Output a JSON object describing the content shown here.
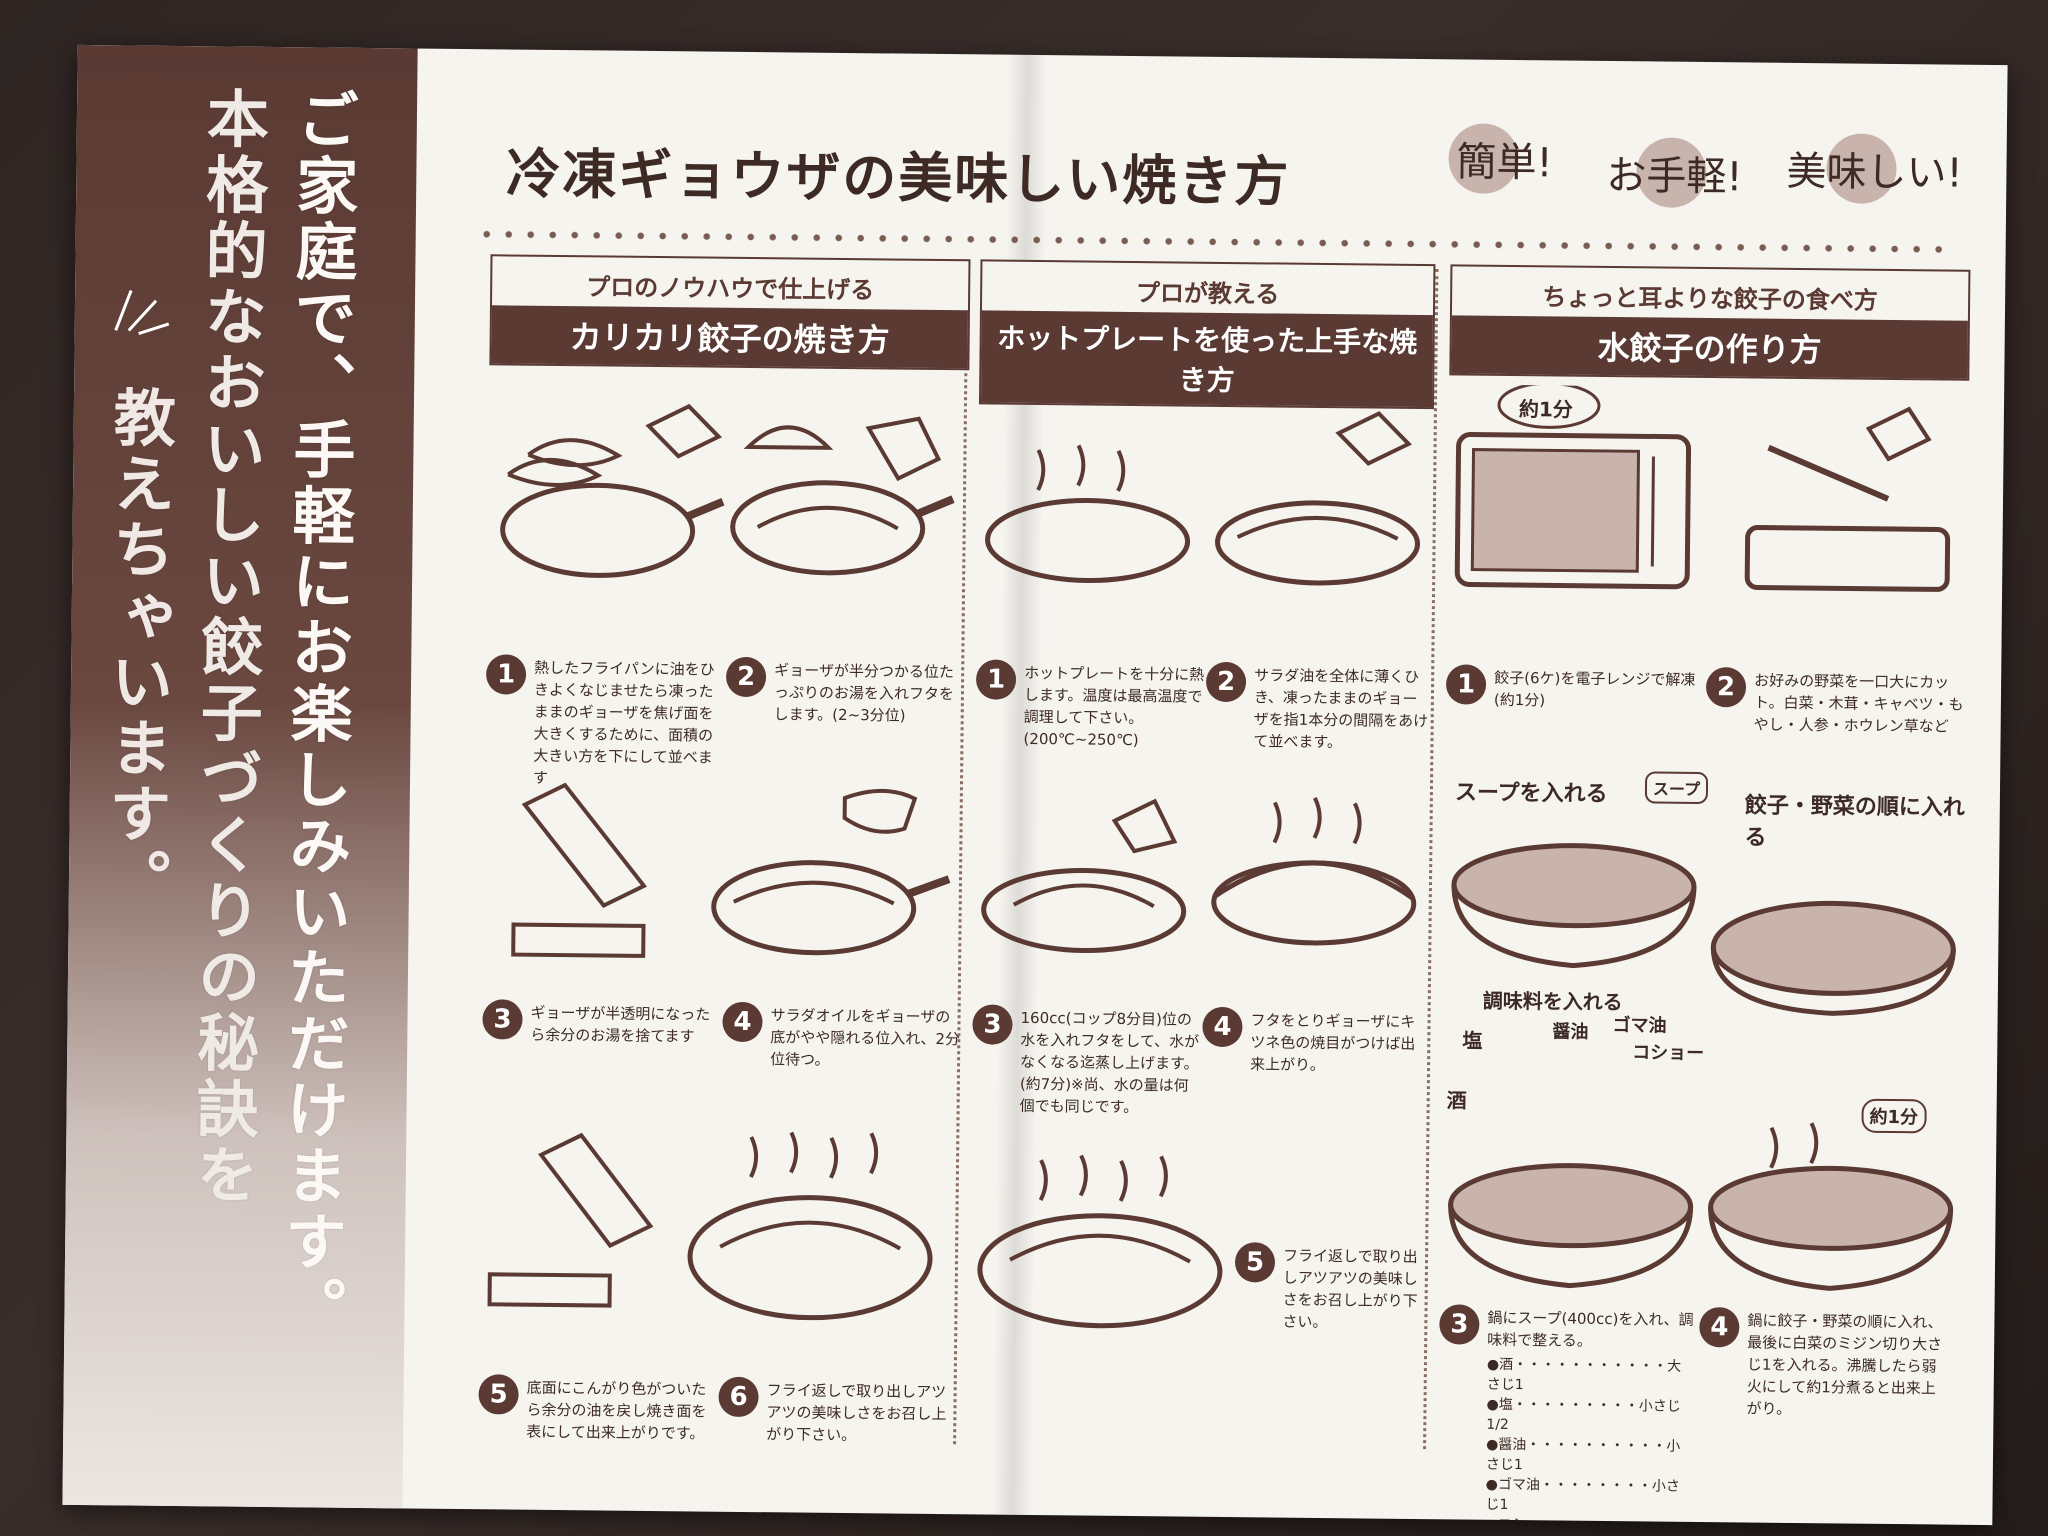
{
  "slogan": {
    "line1": "ご家庭で、手軽にお楽しみいただけます。",
    "line2": "本格的なおいしい餃子づくりの秘訣を",
    "line3": "教えちゃいます。"
  },
  "title": {
    "main": "冷凍ギョウザの美味しい焼き方",
    "badge1": "簡単!",
    "badge2": "お手軽!",
    "badge3": "美味しい!"
  },
  "columns": [
    {
      "sub": "プロのノウハウで仕上げる",
      "main": "カリカリ餃子の焼き方",
      "steps": [
        {
          "n": "1",
          "text": "熱したフライパンに油をひきよくなじませたら凍ったままのギョーザを焦げ面を大きくするために、面積の大きい方を下にして並べます"
        },
        {
          "n": "2",
          "text": "ギョーザが半分つかる位たっぷりのお湯を入れフタをします。(2~3分位)"
        },
        {
          "n": "3",
          "text": "ギョーザが半透明になったら余分のお湯を捨てます"
        },
        {
          "n": "4",
          "text": "サラダオイルをギョーザの底がやや隠れる位入れ、2分位待つ。"
        },
        {
          "n": "5",
          "text": "底面にこんがり色がついたら余分の油を戻し焼き面を表にして出来上がりです。"
        },
        {
          "n": "6",
          "text": "フライ返しで取り出しアツアツの美味しさをお召し上がり下さい。"
        }
      ]
    },
    {
      "sub": "プロが教える",
      "main": "ホットプレートを使った上手な焼き方",
      "steps": [
        {
          "n": "1",
          "text": "ホットプレートを十分に熱します。温度は最高温度で調理して下さい。(200℃~250℃)"
        },
        {
          "n": "2",
          "text": "サラダ油を全体に薄くひき、凍ったままのギョーザを指1本分の間隔をあけて並べます。"
        },
        {
          "n": "3",
          "text": "160cc(コップ8分目)位の水を入れフタをして、水がなくなる迄蒸し上げます。(約7分)※尚、水の量は何個でも同じです。"
        },
        {
          "n": "4",
          "text": "フタをとりギョーザにキツネ色の焼目がつけば出来上がり。"
        },
        {
          "n": "5",
          "text": "フライ返しで取り出しアツアツの美味しさをお召し上がり下さい。"
        }
      ]
    },
    {
      "sub": "ちょっと耳よりな餃子の食べ方",
      "main": "水餃子の作り方",
      "steps": [
        {
          "n": "1",
          "text": "餃子(6ケ)を電子レンジで解凍(約1分)"
        },
        {
          "n": "2",
          "text": "お好みの野菜を一口大にカット。白菜・木茸・キャベツ・もやし・人参・ホウレン草など"
        },
        {
          "n": "3",
          "text": "鍋にスープ(400cc)を入れ、調味料で整える。"
        },
        {
          "n": "4",
          "text": "鍋に餃子・野菜の順に入れ、最後に白菜のミジン切り大さじ1を入れる。沸騰したら弱火にして約1分煮ると出来上がり。"
        }
      ],
      "labels": {
        "microwave": "約1分",
        "soup_in": "スープを入れる",
        "soup_pack": "スープ",
        "order": "餃子・野菜の順に入れる",
        "seasoning": "調味料を入れる",
        "salt": "塩",
        "soy": "醤油",
        "sesame": "ゴマ油",
        "pepper": "コショー",
        "sake": "酒",
        "simmer": "約1分"
      },
      "ingredients": [
        "●酒・・・・・・・・・・・大さじ1",
        "●塩・・・・・・・・・小さじ1/2",
        "●醤油・・・・・・・・・・小さじ1",
        "●ゴマ油・・・・・・・・小さじ1",
        "●コショー・・・・・・・・・・少々"
      ]
    }
  ],
  "colors": {
    "brown": "#5a3a33",
    "paper": "#f6f4ef",
    "accent": "#c8b4ad"
  }
}
